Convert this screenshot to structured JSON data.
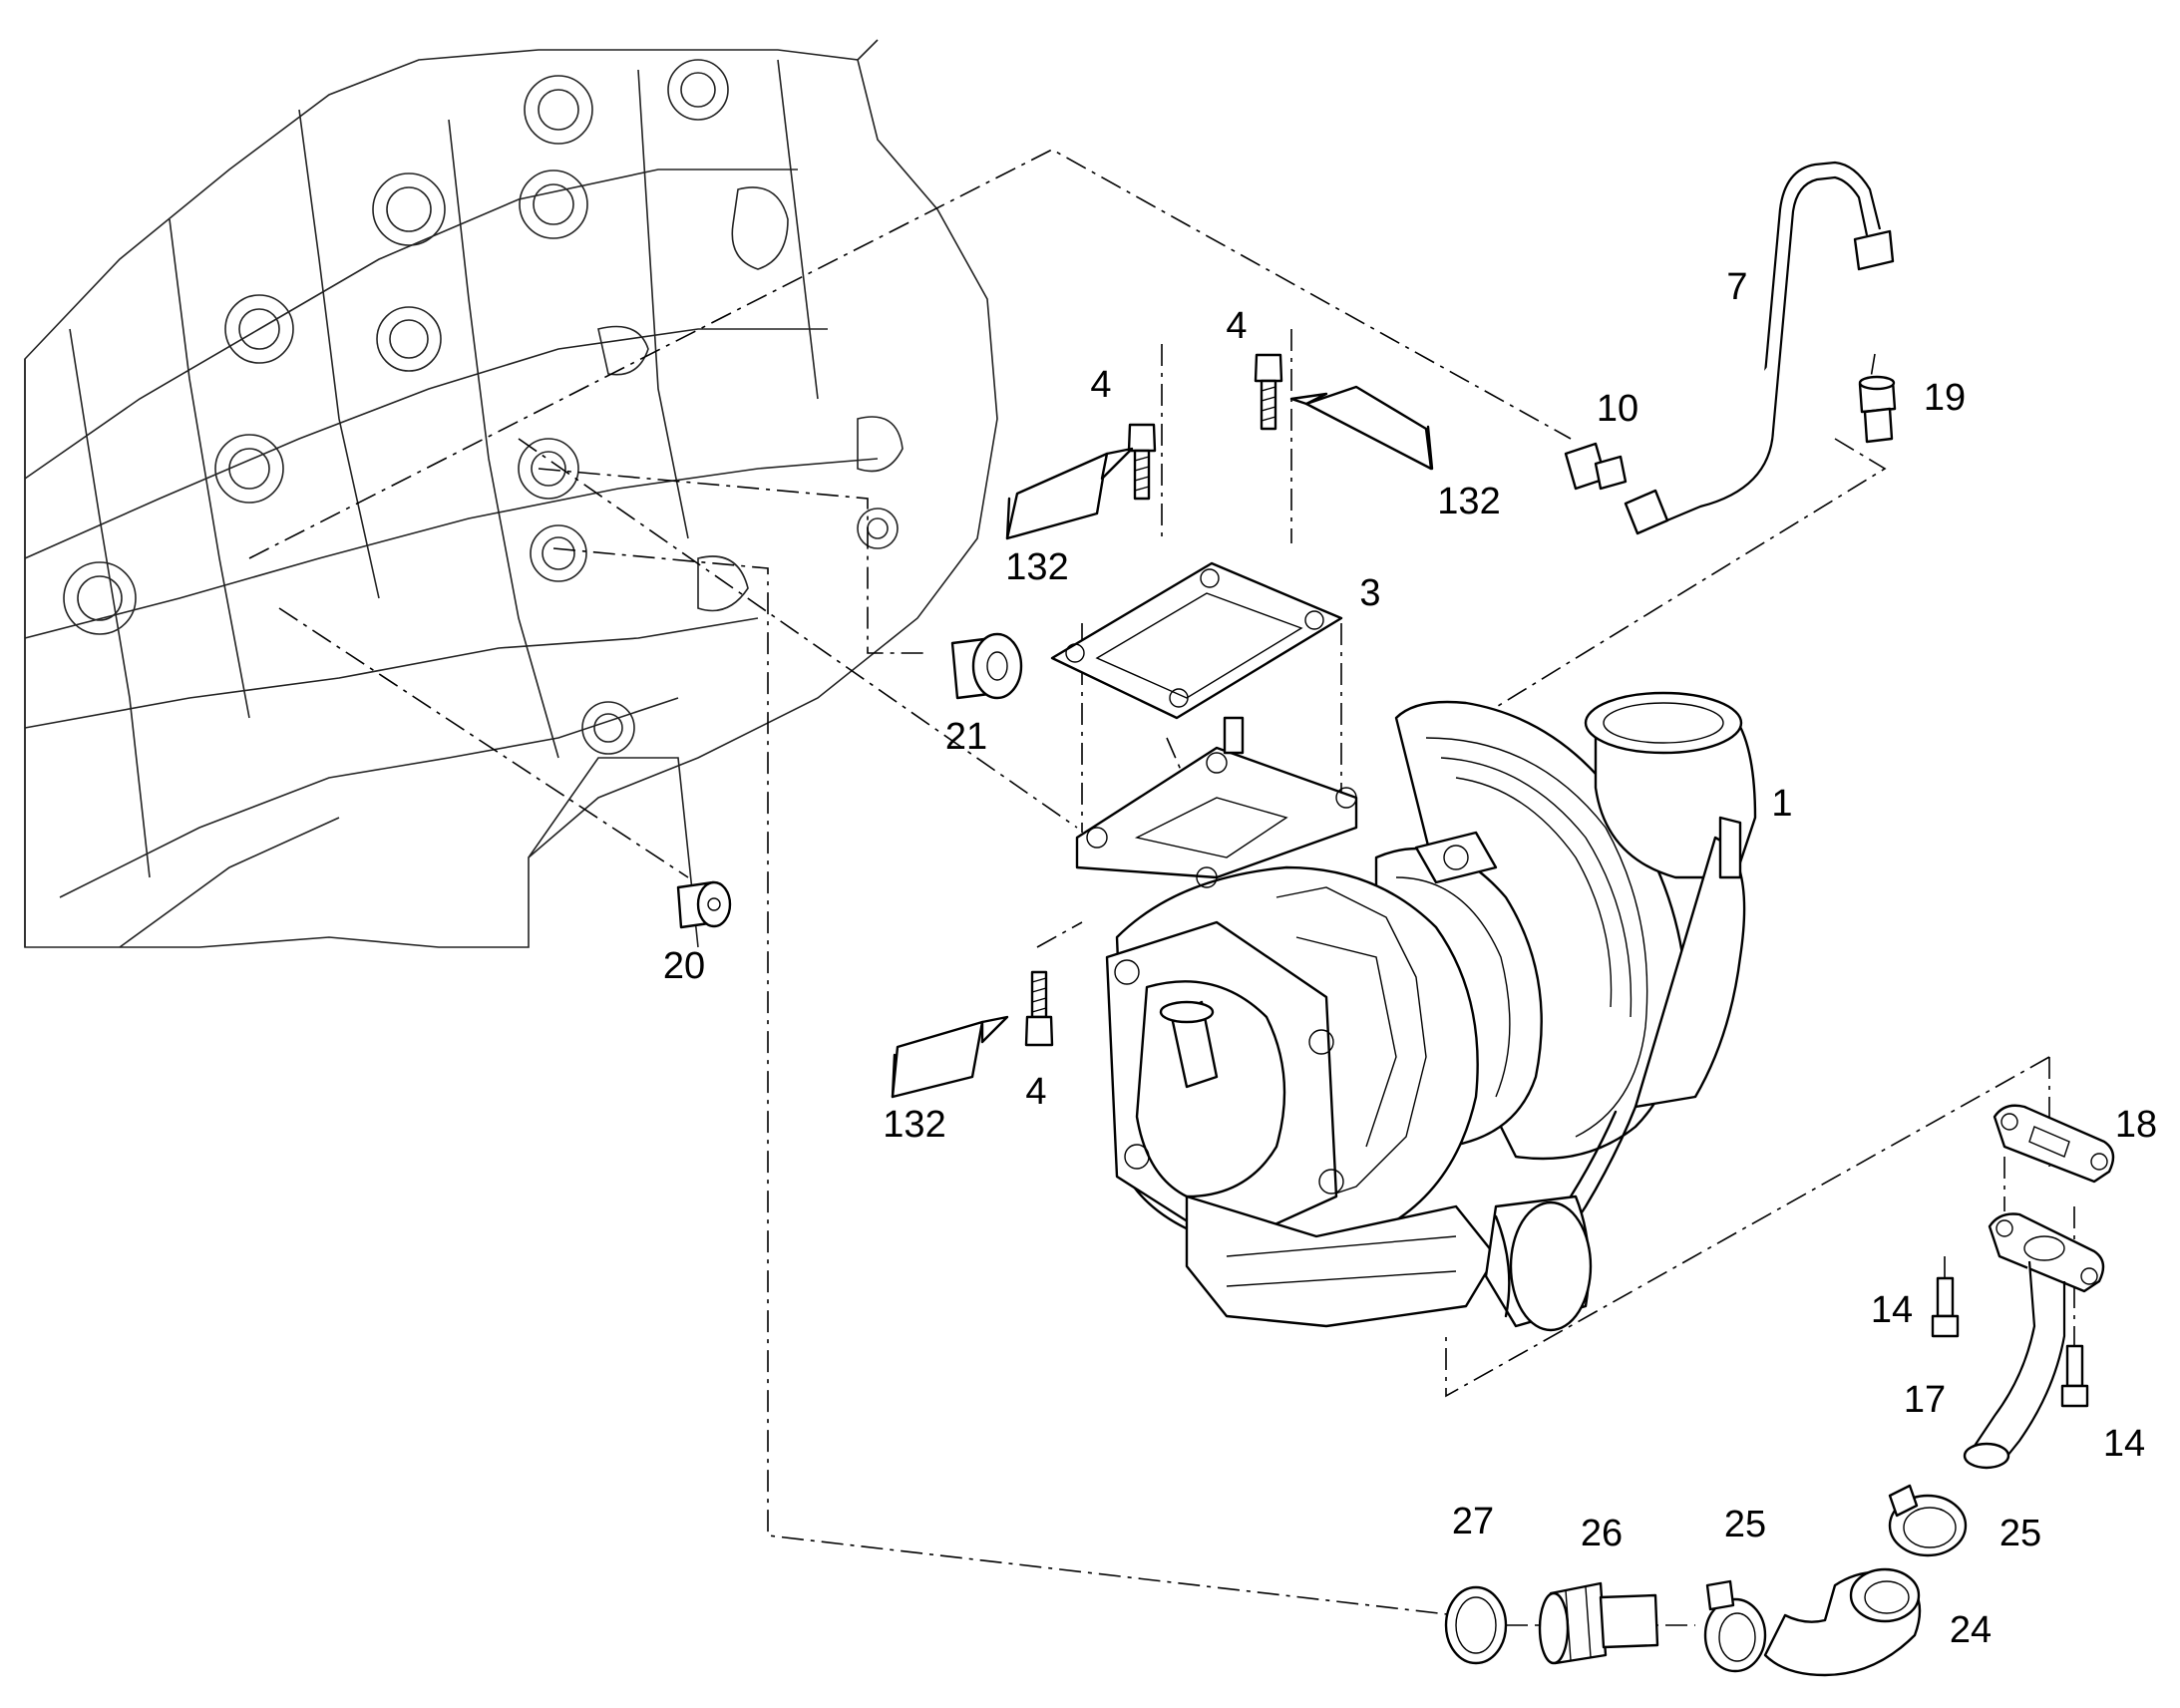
{
  "callouts": [
    {
      "id": "part-1",
      "label": "1"
    },
    {
      "id": "part-3",
      "label": "3"
    },
    {
      "id": "part-4-a",
      "label": "4"
    },
    {
      "id": "part-4-b",
      "label": "4"
    },
    {
      "id": "part-4-c",
      "label": "4"
    },
    {
      "id": "part-7",
      "label": "7"
    },
    {
      "id": "part-10",
      "label": "10"
    },
    {
      "id": "part-14-a",
      "label": "14"
    },
    {
      "id": "part-14-b",
      "label": "14"
    },
    {
      "id": "part-17",
      "label": "17"
    },
    {
      "id": "part-18",
      "label": "18"
    },
    {
      "id": "part-19",
      "label": "19"
    },
    {
      "id": "part-20",
      "label": "20"
    },
    {
      "id": "part-21",
      "label": "21"
    },
    {
      "id": "part-24",
      "label": "24"
    },
    {
      "id": "part-25-a",
      "label": "25"
    },
    {
      "id": "part-25-b",
      "label": "25"
    },
    {
      "id": "part-26",
      "label": "26"
    },
    {
      "id": "part-27",
      "label": "27"
    },
    {
      "id": "part-132-a",
      "label": "132"
    },
    {
      "id": "part-132-b",
      "label": "132"
    },
    {
      "id": "part-132-c",
      "label": "132"
    }
  ]
}
